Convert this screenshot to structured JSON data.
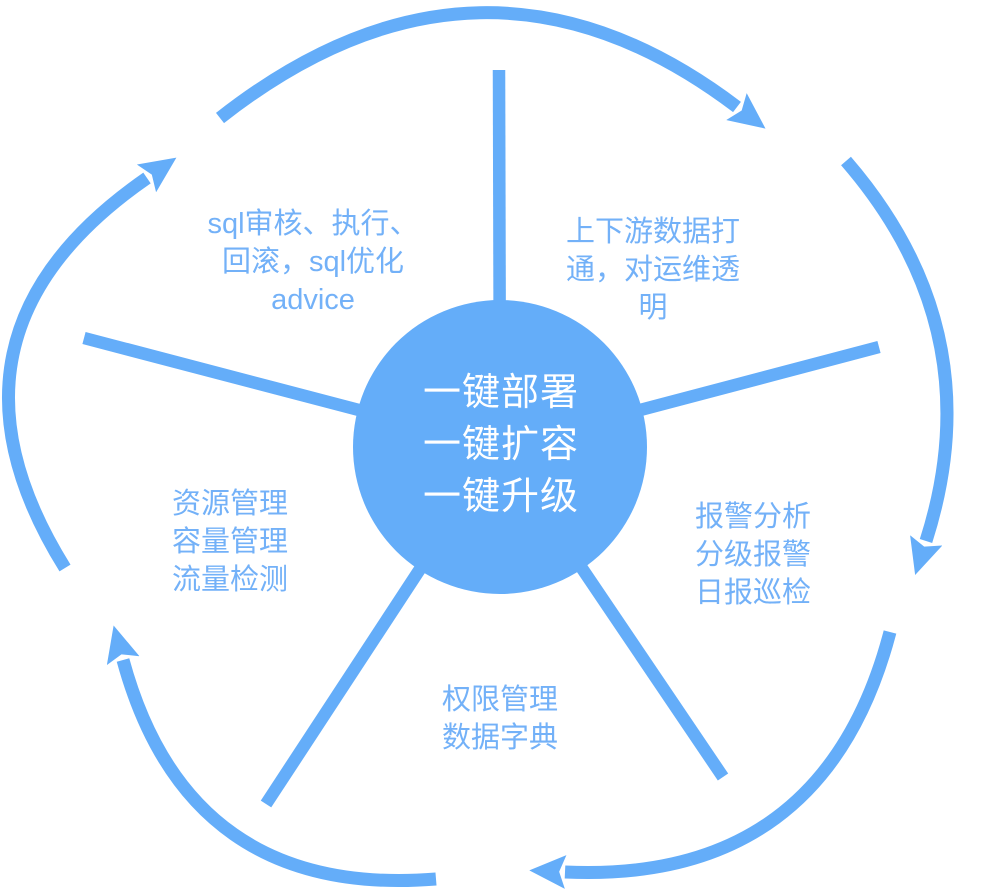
{
  "center": {
    "lines": [
      "一键部署",
      "一键扩容",
      "一键升级"
    ]
  },
  "labels": {
    "sql": {
      "lines": [
        "sql审核、执行、",
        "回滚，sql优化",
        "advice"
      ]
    },
    "upstream": {
      "lines": [
        "上下游数据打",
        "通，对运维透",
        "明"
      ]
    },
    "alert": {
      "lines": [
        "报警分析",
        "分级报警",
        "日报巡检"
      ]
    },
    "permission": {
      "lines": [
        "权限管理",
        "数据字典"
      ]
    },
    "resource": {
      "lines": [
        "资源管理",
        "容量管理",
        "流量检测"
      ]
    }
  },
  "colors": {
    "shape": "#64adf9",
    "label_text": "#73b1f8",
    "center_text": "#ffffff",
    "background": "#ffffff"
  }
}
